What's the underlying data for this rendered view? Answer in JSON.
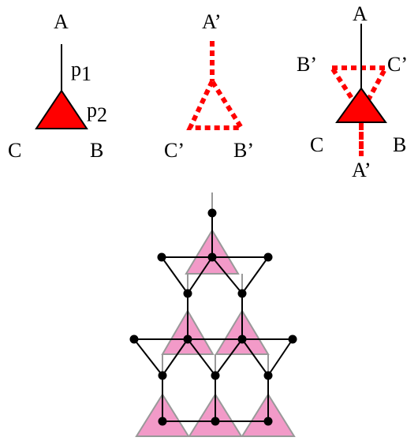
{
  "labels": {
    "tensor": {
      "a": "A",
      "b": "B",
      "c": "C",
      "p1": "p",
      "p1_sub": "1",
      "p2": "p",
      "p2_sub": "2"
    },
    "dual": {
      "a": "A’",
      "b": "B’",
      "c": "C’"
    },
    "combined": {
      "a": "A",
      "b": "B",
      "c": "C",
      "a_prime": "A’",
      "b_prime": "B’",
      "c_prime": "C’"
    }
  },
  "colors": {
    "triangle_fill": "#ff0000",
    "dual_dash": "#ff0000",
    "lattice_triangle_fill": "#f29ac8",
    "lattice_triangle_stroke": "#999999",
    "lattice_line": "#000000",
    "lattice_node": "#000000"
  }
}
